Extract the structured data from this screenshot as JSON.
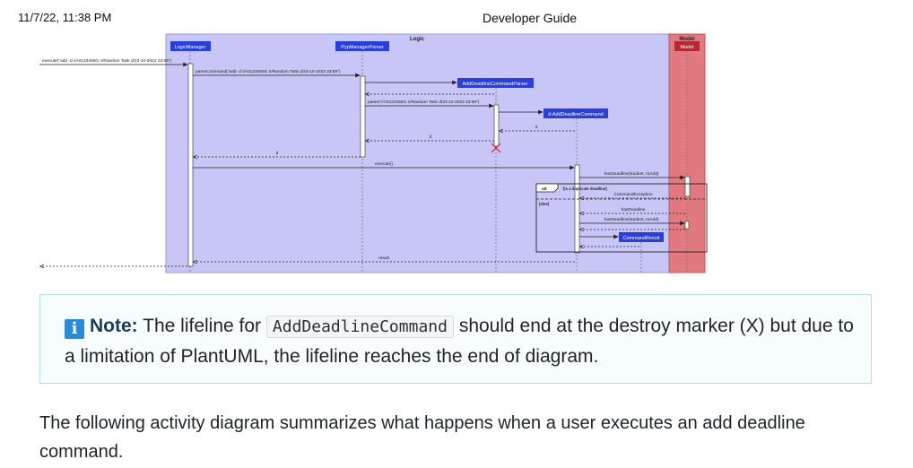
{
  "header": {
    "datetime": "11/7/22, 11:38 PM",
    "title": "Developer Guide"
  },
  "diagram": {
    "box_logic": "Logic",
    "box_model": "Model",
    "participants": {
      "logic_manager": "LogicManager",
      "parser": "PypManagerParser",
      "add_parser": "AddDeadlineCommandParser",
      "command": "d:AddDeadlineCommand",
      "model": "Model",
      "result": "CommandResult"
    },
    "messages": {
      "execute_call": "execute(\"add -d i/A0123456G n/Random Task d/23-10-2022 23:59\")",
      "parse_command": "parseCommand(\"add -d i/A0123456G n/Random Task d/23-10-2022 23:59\")",
      "parse": "parse(\"i/A0123456G n/Random Task d/23-10-2022 23:59\")",
      "return_d1": "d",
      "return_d2": "d",
      "return_d3": "d",
      "execute": "execute()",
      "has_deadline_call": "hasDeadline(student, toAdd)",
      "command_exception": "CommandException",
      "has_deadline_return": "hasDeadline",
      "has_deadline_call2": "hasDeadline(student, toAdd)",
      "result": "result"
    },
    "fragment": {
      "label": "alt",
      "guard1": "[is a duplicate deadline]",
      "guard2": "[else]"
    }
  },
  "note": {
    "label": "Note:",
    "text_before": "The lifeline for",
    "code": "AddDeadlineCommand",
    "text_after": "should end at the destroy marker (X) but due to a limitation of PlantUML, the lifeline reaches the end of diagram."
  },
  "paragraph": "The following activity diagram summarizes what happens when a user executes an add deadline command."
}
